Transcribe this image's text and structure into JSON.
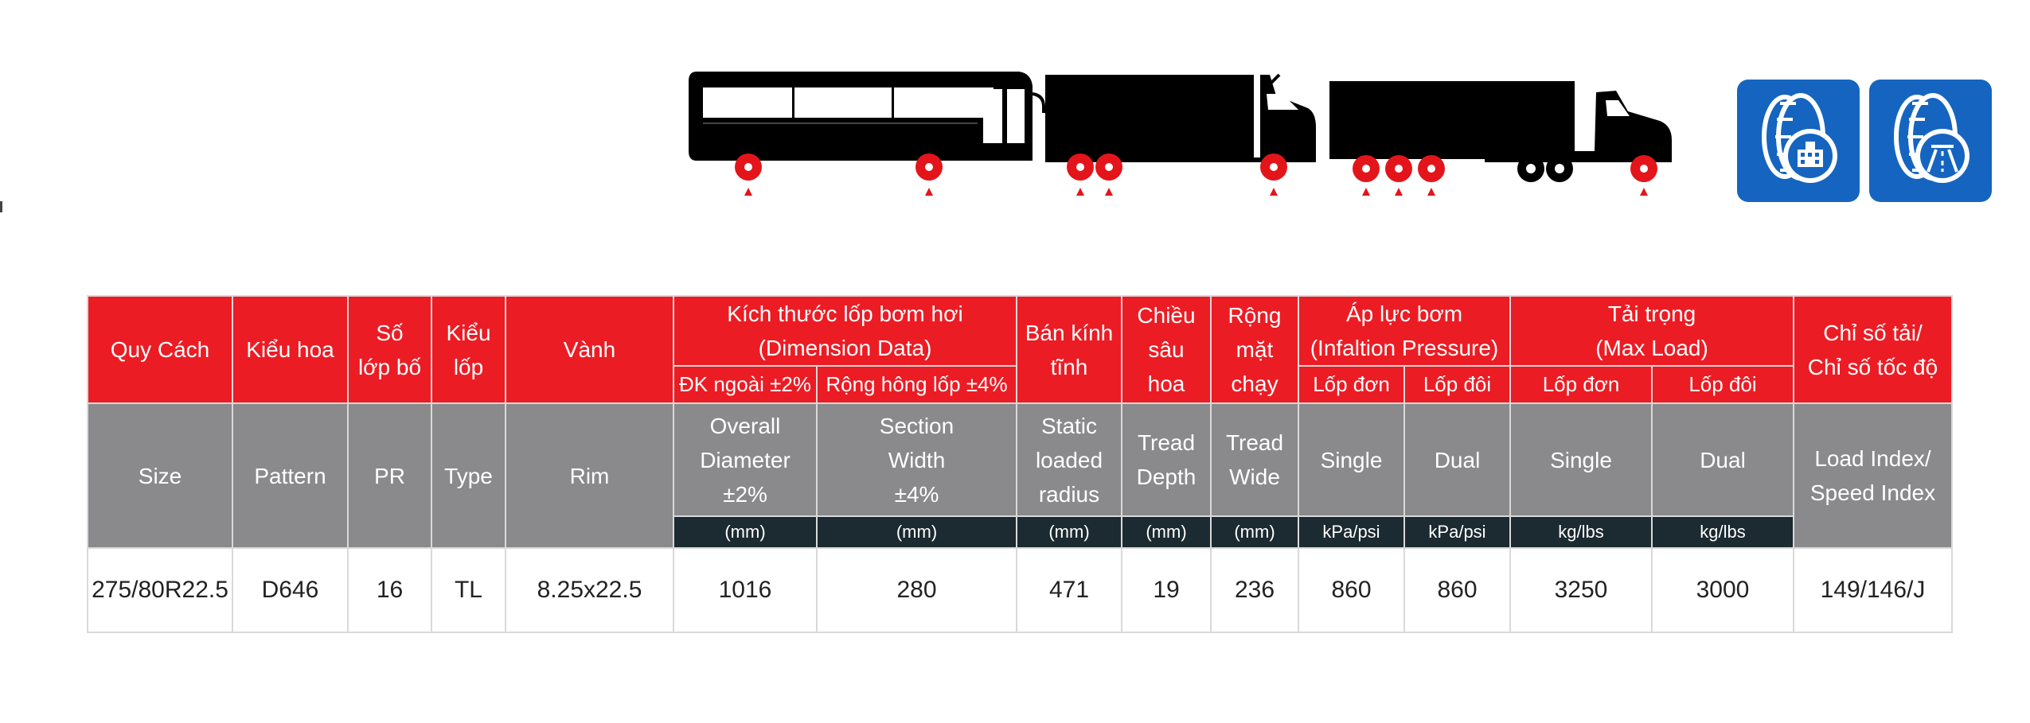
{
  "table": {
    "header_vi": {
      "size": "Quy Cách",
      "pattern": "Kiểu hoa",
      "pr": [
        "Số",
        "lớp bố"
      ],
      "type": [
        "Kiểu",
        "lốp"
      ],
      "rim": "Vành",
      "dimension": [
        "Kích thước lốp bơm hơi",
        "(Dimension Data)"
      ],
      "overall_diameter": "ĐK ngoài ±2%",
      "section_width": "Rộng hông lốp ±4%",
      "static_radius": [
        "Bán kính",
        "tĩnh"
      ],
      "tread_depth": [
        "Chiều",
        "sâu",
        "hoa"
      ],
      "tread_wide": [
        "Rộng",
        "mặt",
        "chạy"
      ],
      "inflation": [
        "Áp lực bơm",
        "(Infaltion Pressure)"
      ],
      "inflation_single": "Lốp đơn",
      "inflation_dual": "Lốp đôi",
      "max_load": [
        "Tải trọng",
        "(Max Load)"
      ],
      "load_single": "Lốp đơn",
      "load_dual": "Lốp đôi",
      "load_speed": [
        "Chỉ số tải/",
        "Chỉ số tốc độ"
      ]
    },
    "header_en": {
      "size": "Size",
      "pattern": "Pattern",
      "pr": "PR",
      "type": "Type",
      "rim": "Rim",
      "overall_diameter": [
        "Overall",
        "Diameter",
        "±2%"
      ],
      "section_width": [
        "Section",
        "Width",
        "±4%"
      ],
      "static_radius": [
        "Static",
        "loaded",
        "radius"
      ],
      "tread_depth": [
        "Tread",
        "Depth"
      ],
      "tread_wide": [
        "Tread",
        "Wide"
      ],
      "inflation_single": "Single",
      "inflation_dual": "Dual",
      "load_single": "Single",
      "load_dual": "Dual",
      "load_speed": [
        "Load Index/",
        "Speed Index"
      ]
    },
    "units": {
      "overall_diameter": "(mm)",
      "section_width": "(mm)",
      "static_radius": "(mm)",
      "tread_depth": "(mm)",
      "tread_wide": "(mm)",
      "inflation_single": "kPa/psi",
      "inflation_dual": "kPa/psi",
      "load_single": "kg/lbs",
      "load_dual": "kg/lbs"
    },
    "row": {
      "size": "275/80R22.5",
      "pattern": "D646",
      "pr": "16",
      "type": "TL",
      "rim": "8.25x22.5",
      "overall_diameter": "1016",
      "section_width": "280",
      "static_radius": "471",
      "tread_depth": "19",
      "tread_wide": "236",
      "inflation_single": "860",
      "inflation_dual": "860",
      "load_single": "3250",
      "load_dual": "3000",
      "load_speed": "149/146/J"
    }
  },
  "icons": {
    "vehicles": [
      "bus-icon",
      "rigid-truck-icon",
      "tractor-trailer-icon"
    ],
    "usage": [
      "urban-road-tire-icon",
      "highway-tire-icon"
    ]
  },
  "colors": {
    "header_red": "#ec1c24",
    "header_gray": "#8a8a8c",
    "unit_dark": "#1c2a31",
    "usage_blue": "#1565c0",
    "wheel_highlight": "#e3151a"
  }
}
